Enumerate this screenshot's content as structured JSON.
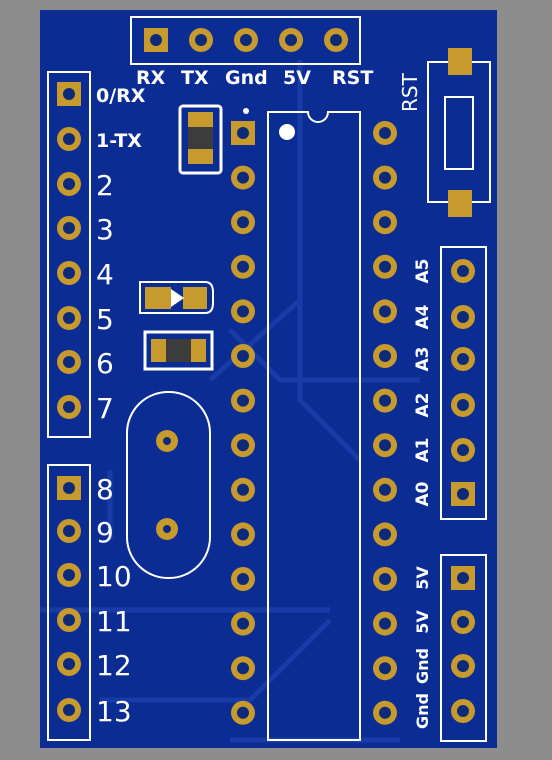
{
  "colors": {
    "background": "#8d8d8d",
    "board": "#0a2c93",
    "trace": "#2448b8",
    "pad": "#c79a2e",
    "pad_hole": "#0d2a7a",
    "silkscreen": "#ffffff",
    "component_dark": "#3c3c3c"
  },
  "top_header": {
    "labels": [
      "RX",
      "TX",
      "Gnd",
      "5V",
      "RST"
    ]
  },
  "reset_switch": {
    "label": "RST"
  },
  "left_header_upper": {
    "labels": [
      "0/RX",
      "1-TX",
      "2",
      "3",
      "4",
      "5",
      "6",
      "7"
    ]
  },
  "left_header_lower": {
    "labels": [
      "8",
      "9",
      "10",
      "11",
      "12",
      "13"
    ]
  },
  "analog_header": {
    "labels": [
      "A5",
      "A4",
      "A3",
      "A2",
      "A1",
      "A0"
    ]
  },
  "power_header": {
    "labels": [
      "5V",
      "5V",
      "Gnd",
      "Gnd"
    ]
  }
}
